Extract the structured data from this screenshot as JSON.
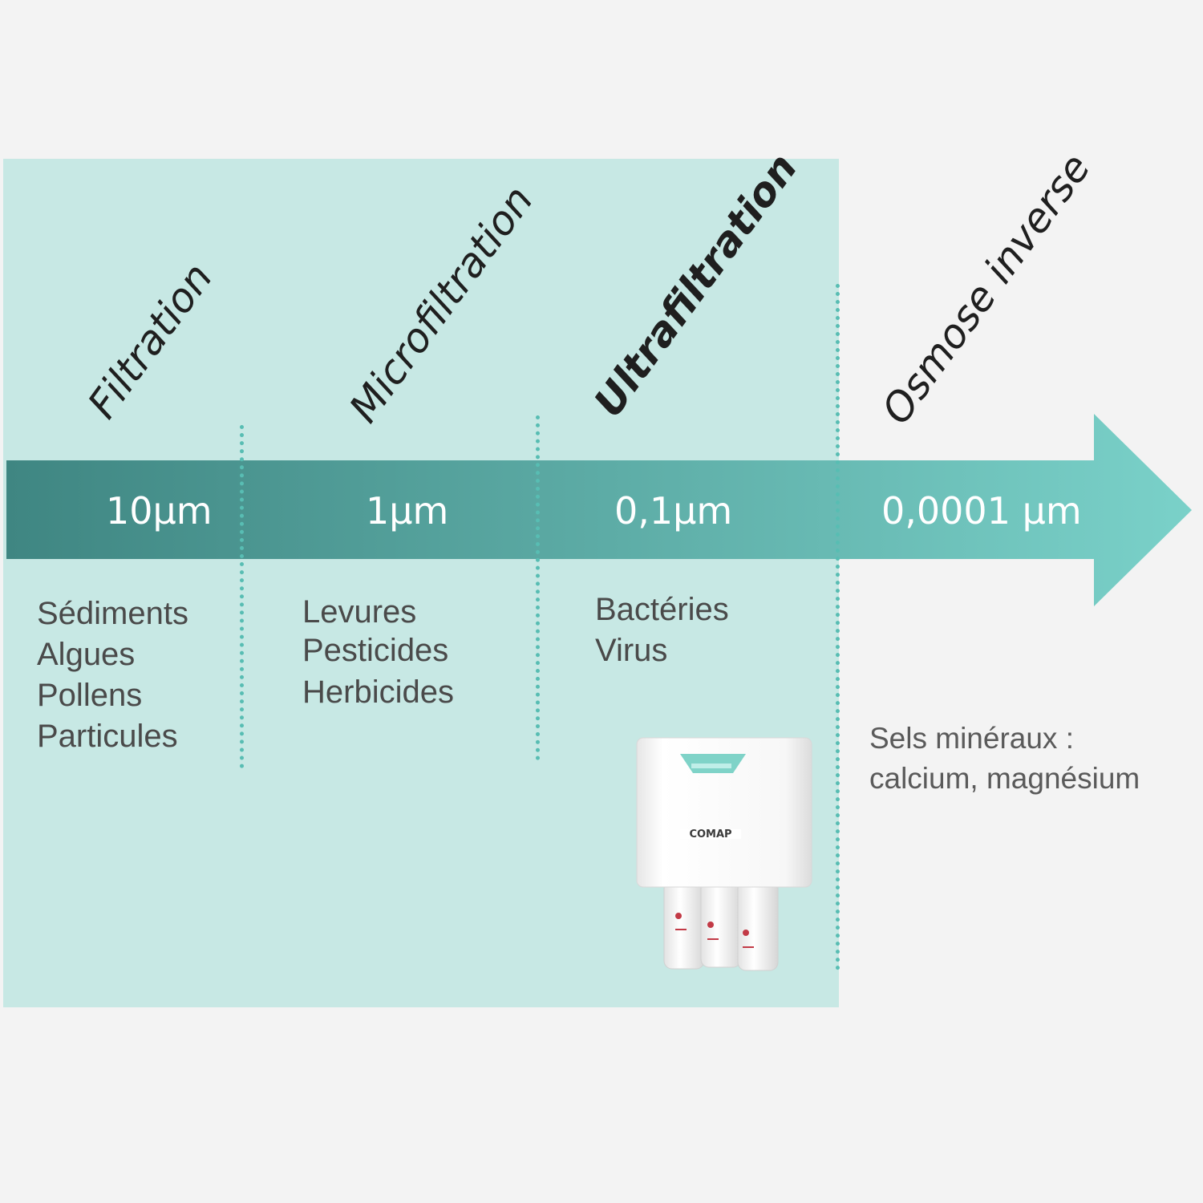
{
  "colors": {
    "panel": "#c7e8e4",
    "background": "#f3f3f3",
    "arrow_dark": "#3f8682",
    "arrow_light": "#7ad1c9",
    "divider": "#58bdb3"
  },
  "stages": [
    {
      "heading": "Filtration",
      "size": "10µm",
      "items": [
        "Sédiments",
        "Algues",
        "Pollens",
        "Particules"
      ]
    },
    {
      "heading": "Microfiltration",
      "size": "1µm",
      "items": [
        "Levures",
        "Pesticides",
        "Herbicides"
      ]
    },
    {
      "heading": "Ultrafiltration",
      "size": "0,1µm",
      "items": [
        "Bactéries",
        "Virus"
      ]
    },
    {
      "heading": "Osmose inverse",
      "size": "0,0001 µm",
      "note_lines": [
        "Sels minéraux :",
        "calcium, magnésium"
      ]
    }
  ],
  "product": {
    "brand": "COMAP",
    "icon": "water-filter-unit-icon"
  }
}
